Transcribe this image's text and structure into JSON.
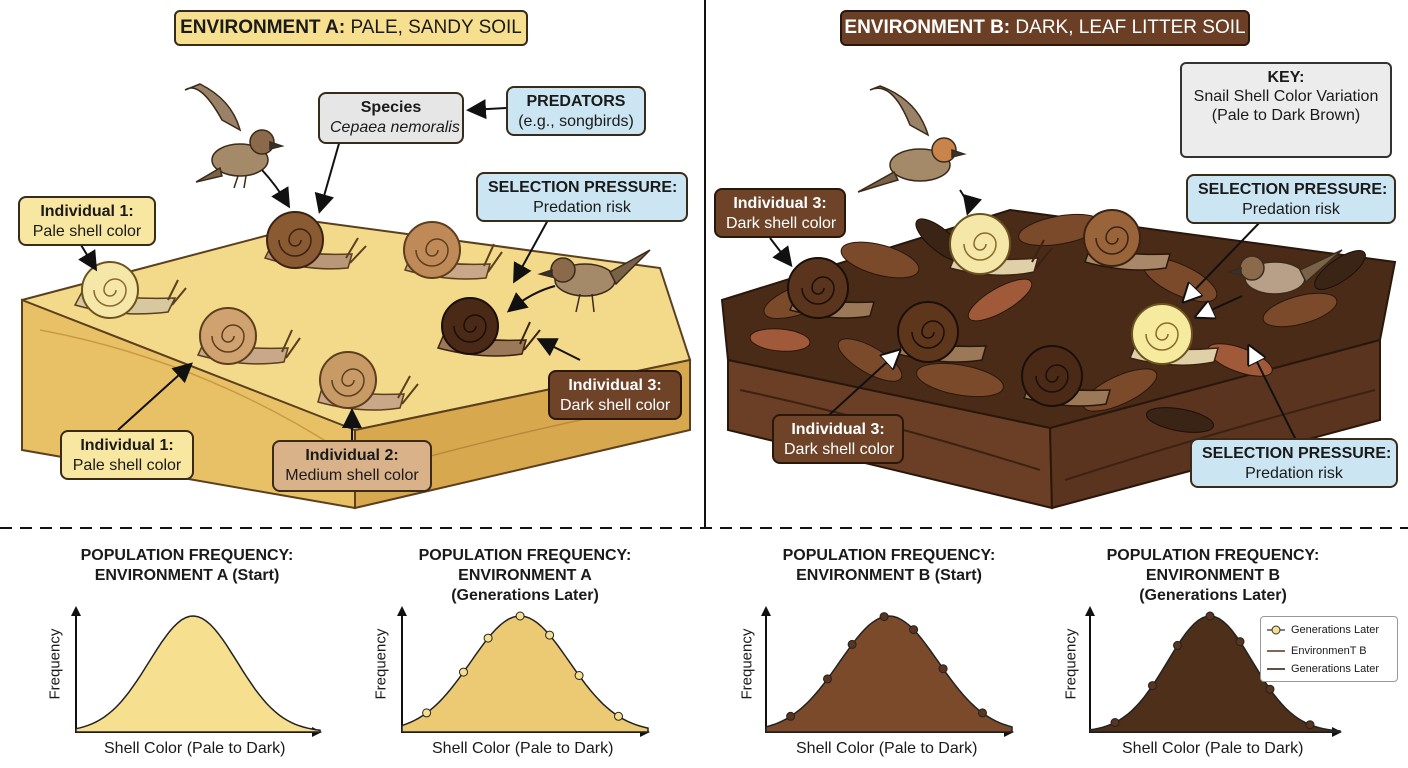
{
  "env_a": {
    "title_bold": "ENVIRONMENT A:",
    "title_rest": "PALE, SANDY SOIL",
    "species_title": "Species",
    "species_name": "Cepaea nemoralis",
    "predators_title": "PREDATORS",
    "predators_sub": "(e.g., songbirds)",
    "selection_title": "SELECTION PRESSURE:",
    "selection_sub": "Predation risk",
    "ind1_top_title": "Individual 1:",
    "ind1_top_sub": "Pale shell color",
    "ind1_bottom_title": "Individual 1:",
    "ind1_bottom_sub": "Pale shell color",
    "ind2_title": "Individual 2:",
    "ind2_sub": "Medium shell color",
    "ind3_title": "Individual 3:",
    "ind3_sub": "Dark shell color"
  },
  "env_b": {
    "title_bold": "ENVIRONMENT B:",
    "title_rest": "DARK, LEAF LITTER SOIL",
    "key_title": "KEY:",
    "key_line1": "Snail Shell Color Variation",
    "key_line2": "(Pale to Dark Brown)",
    "key_swatches": [
      "#f3e3a2",
      "#d4a877",
      "#a86a42",
      "#7a4a2c",
      "#3e2516"
    ],
    "selection_top_title": "SELECTION PRESSURE:",
    "selection_top_sub": "Predation risk",
    "selection_bottom_title": "SELECTION PRESSURE:",
    "selection_bottom_sub": "Predation risk",
    "ind3_top_title": "Individual 3:",
    "ind3_top_sub": "Dark shell color",
    "ind3_bottom_title": "Individual 3:",
    "ind3_bottom_sub": "Dark shell color"
  },
  "charts": [
    {
      "title1": "POPULATION FREQUENCY:",
      "title2": "ENVIRONMENT A (Start)",
      "title3": "",
      "xlabel": "Shell Color (Pale to Dark)",
      "ylabel": "Frequency",
      "fill": "#f6df8e"
    },
    {
      "title1": "POPULATION FREQUENCY:",
      "title2": "ENVIRONMENT A",
      "title3": "(Generations Later)",
      "xlabel": "Shell Color (Pale to Dark)",
      "ylabel": "Frequency",
      "fill": "#ecca74"
    },
    {
      "title1": "POPULATION FREQUENCY:",
      "title2": "ENVIRONMENT B (Start)",
      "title3": "",
      "xlabel": "Shell Color (Pale to Dark)",
      "ylabel": "Frequency",
      "fill": "#7a4a2a"
    },
    {
      "title1": "POPULATION FREQUENCY:",
      "title2": "ENVIRONMENT B",
      "title3": "(Generations Later)",
      "xlabel": "Shell Color (Pale to Dark)",
      "ylabel": "Frequency",
      "fill": "#4e2f1a"
    }
  ],
  "legend": {
    "item1": "Generations Later",
    "item2": "EnvironmenT B",
    "item3": "Generations Later"
  },
  "colors": {
    "sand": "#f3d98a",
    "soil": "#5a341f",
    "pale_label": "#f8e7a0",
    "dark_label": "#6e4328",
    "blue_label": "#cbe6f2"
  }
}
